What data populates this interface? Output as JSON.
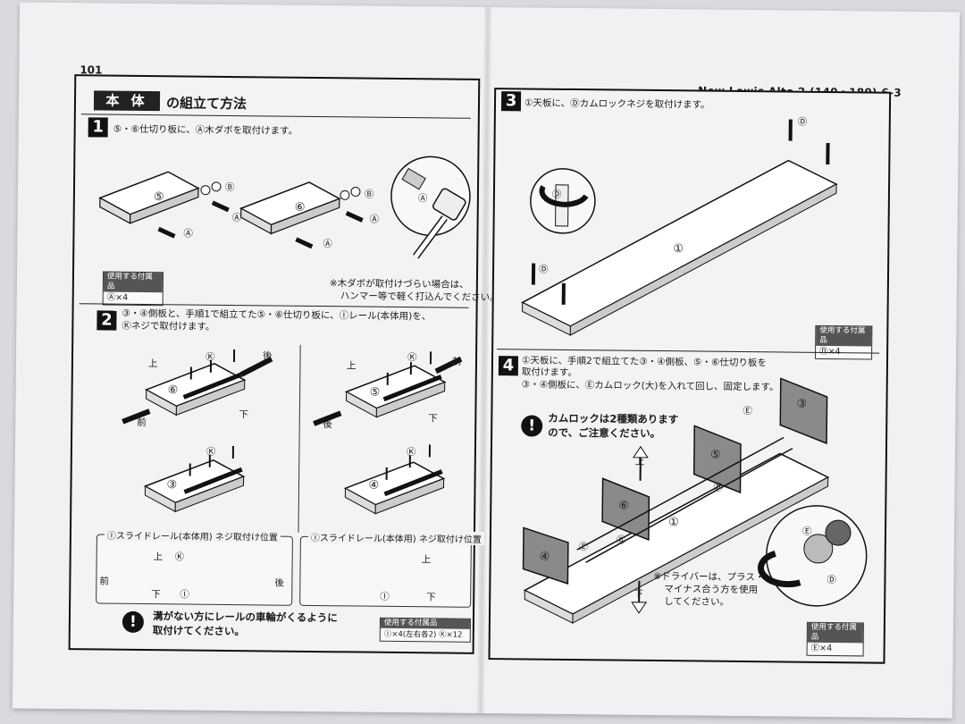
{
  "page_number": "101",
  "model": "New Lewis Alto 2 (140・180) 6-3",
  "title": {
    "box": "本 体",
    "rest": "の組立て方法"
  },
  "steps": [
    {
      "num": "1",
      "text": "⑤・⑥仕切り板に、Ⓐ木ダボを取付けます。",
      "labels": {
        "p5": "⑤",
        "p6": "⑥",
        "a": "Ⓐ",
        "b": "Ⓑ"
      },
      "note_1": "※木ダボが取付けづらい場合は、",
      "note_2": "ハンマー等で軽く打込んでください。",
      "parts_title": "使用する付属品",
      "parts": "Ⓐ×4"
    },
    {
      "num": "2",
      "text_1": "③・④側板と、手順1で組立てた⑤・⑥仕切り板に、Ⓘレール(本体用)を、",
      "text_2": "Ⓚネジで取付けます。",
      "labels": {
        "p3": "③",
        "p4": "④",
        "p5": "⑤",
        "p6": "⑥",
        "i": "Ⓘ",
        "k": "Ⓚ",
        "front": "前",
        "back": "後",
        "up": "上",
        "down": "下"
      },
      "rail_left_title": "Ⓘスライドレール(本体用) ネジ取付け位置",
      "rail_right_title": "Ⓘスライドレール(本体用) ネジ取付け位置",
      "warning_1": "溝がない方にレールの車輪がくるように",
      "warning_2": "取付けてください。",
      "parts_title": "使用する付属品",
      "parts": "Ⓘ×4(左右各2)  Ⓚ×12"
    },
    {
      "num": "3",
      "text": "①天板に、Ⓓカムロックネジを取付けます。",
      "labels": {
        "p1": "①",
        "d": "Ⓓ"
      },
      "parts_title": "使用する付属品",
      "parts": "Ⓓ×4"
    },
    {
      "num": "4",
      "text_1": "①天板に、手順2で組立てた③・④側板、⑤・⑥仕切り板を",
      "text_2": "取付けます。",
      "text_3": "③・④側板に、Ⓔカムロック(大)を入れて回し、固定します。",
      "warning_1": "カムロックは2種類あります",
      "warning_2": "ので、ご注意ください。",
      "note_1": "※ドライバーは、プラス・",
      "note_2": "マイナス合う方を使用",
      "note_3": "してください。",
      "labels": {
        "p1": "①",
        "p3": "③",
        "p4": "④",
        "p5": "⑤",
        "p6": "⑥",
        "e": "Ⓔ",
        "b": "Ⓑ",
        "d": "Ⓓ",
        "up": "上",
        "down": "下"
      },
      "parts_title": "使用する付属品",
      "parts": "Ⓔ×4"
    }
  ],
  "warn_symbol": "!"
}
